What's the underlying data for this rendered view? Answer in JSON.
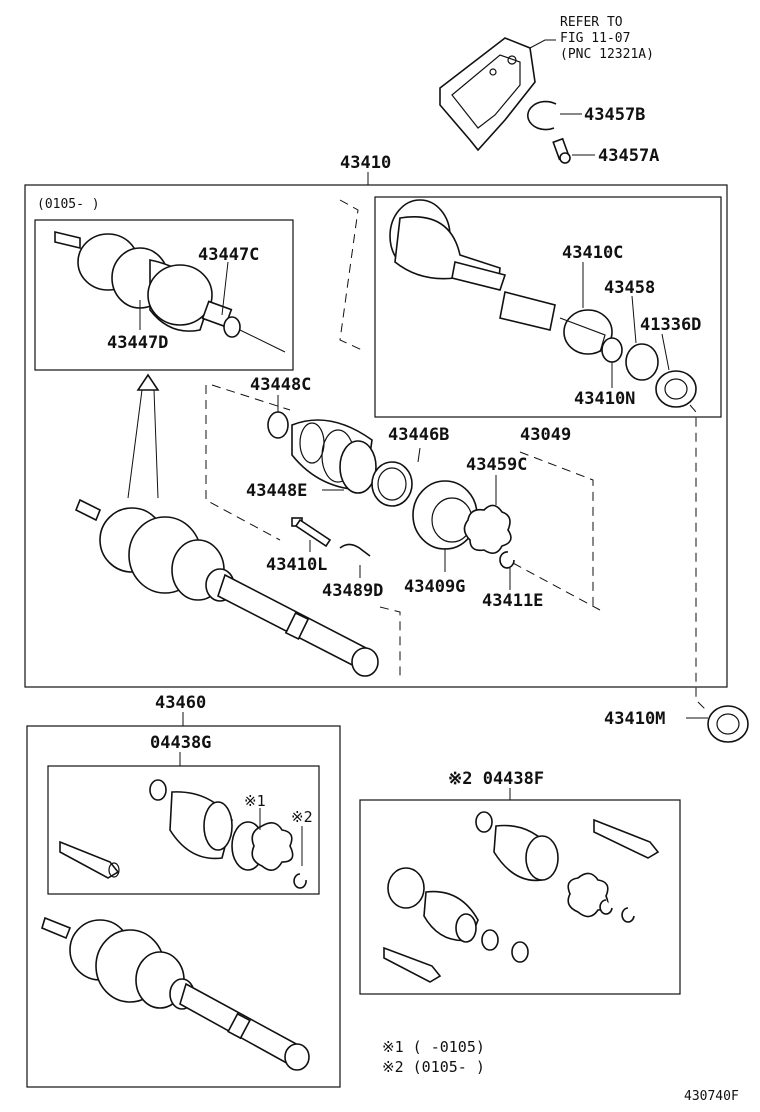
{
  "labels": {
    "refer_line1": "REFER TO",
    "refer_line2": "FIG 11-07",
    "refer_line3": "(PNC 12321A)",
    "p43457B": "43457B",
    "p43457A": "43457A",
    "p43410": "43410",
    "range_0105": "(0105-     )",
    "p43447C": "43447C",
    "p43447D": "43447D",
    "p43410C": "43410C",
    "p43458": "43458",
    "p41336D": "41336D",
    "p43410N": "43410N",
    "p43448C": "43448C",
    "p43446B": "43446B",
    "p43049": "43049",
    "p43459C": "43459C",
    "p43448E": "43448E",
    "p43410L": "43410L",
    "p43489D": "43489D",
    "p43409G": "43409G",
    "p43411E": "43411E",
    "p43460": "43460",
    "p04438G": "04438G",
    "mark1": "※1",
    "mark2": "※2",
    "p43410M": "43410M",
    "p04438F": "※2 04438F",
    "note1": "※1 (      -0105)",
    "note2": "※2 (0105-      )",
    "figure_code": "430740F"
  }
}
